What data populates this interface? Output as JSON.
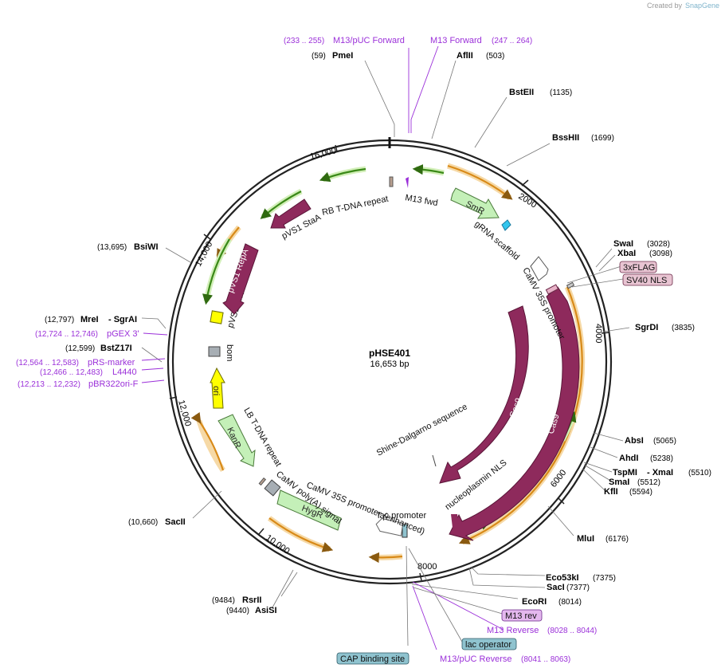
{
  "brand": {
    "created_by": "Created by",
    "name": "SnapGene"
  },
  "plasmid": {
    "name": "pHSE401",
    "length": "16,653 bp"
  },
  "ticks": [
    "2000",
    "4000",
    "6000",
    "8000",
    "10,000",
    "12,000",
    "14,000",
    "16,000"
  ],
  "sites": [
    {
      "name": "PmeI",
      "pos": "(59)"
    },
    {
      "name": "AflII",
      "pos": "(503)"
    },
    {
      "name": "BstEII",
      "pos": "(1135)"
    },
    {
      "name": "BssHII",
      "pos": "(1699)"
    },
    {
      "name": "SwaI",
      "pos": "(3028)"
    },
    {
      "name": "XbaI",
      "pos": "(3098)"
    },
    {
      "name": "SgrDI",
      "pos": "(3835)"
    },
    {
      "name": "AbsI",
      "pos": "(5065)"
    },
    {
      "name": "AhdI",
      "pos": "(5238)"
    },
    {
      "name": "TspMI",
      "pos": ""
    },
    {
      "name": "- XmaI",
      "pos": "(5510)"
    },
    {
      "name": "SmaI",
      "pos": "(5512)"
    },
    {
      "name": "KflI",
      "pos": "(5594)"
    },
    {
      "name": "MluI",
      "pos": "(6176)"
    },
    {
      "name": "Eco53kI",
      "pos": "(7375)"
    },
    {
      "name": "SacI",
      "pos": "(7377)"
    },
    {
      "name": "EcoRI",
      "pos": "(8014)"
    },
    {
      "name": "RsrII",
      "pos": "(9484)"
    },
    {
      "name": "AsiSI",
      "pos": "(9440)"
    },
    {
      "name": "SacII",
      "pos": "(10,660)"
    },
    {
      "name": "BstZ17I",
      "pos": "(12,599)"
    },
    {
      "name": "MreI",
      "pos": "(12,797)"
    },
    {
      "name": "- SgrAI",
      "pos": ""
    },
    {
      "name": "BsiWI",
      "pos": "(13,695)"
    }
  ],
  "primers": [
    {
      "name": "M13/pUC Forward",
      "pos": "(233 .. 255)"
    },
    {
      "name": "M13 Forward",
      "pos": "(247 .. 264)"
    },
    {
      "name": "pGEX 3'",
      "pos": "(12,724 .. 12,746)"
    },
    {
      "name": "pRS-marker",
      "pos": "(12,564 .. 12,583)"
    },
    {
      "name": "L4440",
      "pos": "(12,466 .. 12,483)"
    },
    {
      "name": "pBR322ori-F",
      "pos": "(12,213 .. 12,232)"
    },
    {
      "name": "M13 Reverse",
      "pos": "(8028 .. 8044)"
    },
    {
      "name": "M13/pUC Reverse",
      "pos": "(8041 .. 8063)"
    }
  ],
  "boxes": [
    {
      "name": "3xFLAG",
      "color": "#e8c4d2"
    },
    {
      "name": "SV40 NLS",
      "color": "#e8c4d2"
    },
    {
      "name": "M13 rev",
      "color": "#e4b8ee"
    },
    {
      "name": "lac operator",
      "color": "#8fc3cf"
    },
    {
      "name": "CAP binding site",
      "color": "#8fc3cf"
    }
  ],
  "features": {
    "rb_tdna": "RB T-DNA repeat",
    "m13_fwd": "M13 fwd",
    "smr": "SmR",
    "grna": "gRNA scaffold",
    "camv35s": "CaMV 35S promoter",
    "cas9": "Cas9",
    "shine": "Shine-Dalgarno sequence",
    "np_nls": "nucleoplasmin NLS",
    "lac_prom": "lac promoter",
    "camv35s_enh": "CaMV 35S promoter (enhanced)",
    "camv_polya": "CaMV poly(A) signal",
    "hygr": "HygR",
    "lb_tdna": "LB T-DNA repeat",
    "kanr": "KanR",
    "ori": "ori",
    "bom": "bom",
    "pvs1_oriv": "pVS1 oriV",
    "pvs1_repa": "pVS1 RepA",
    "pvs1_staa": "pVS1 StaA"
  },
  "colors": {
    "backbone": "#222222",
    "cas9": "#8e2a5c",
    "green_feature": "#c4f0b8",
    "ori": "#ffff00",
    "orf_orange": "#f0a630",
    "orf_green": "#9ad840",
    "primer": "#9b30d9"
  }
}
